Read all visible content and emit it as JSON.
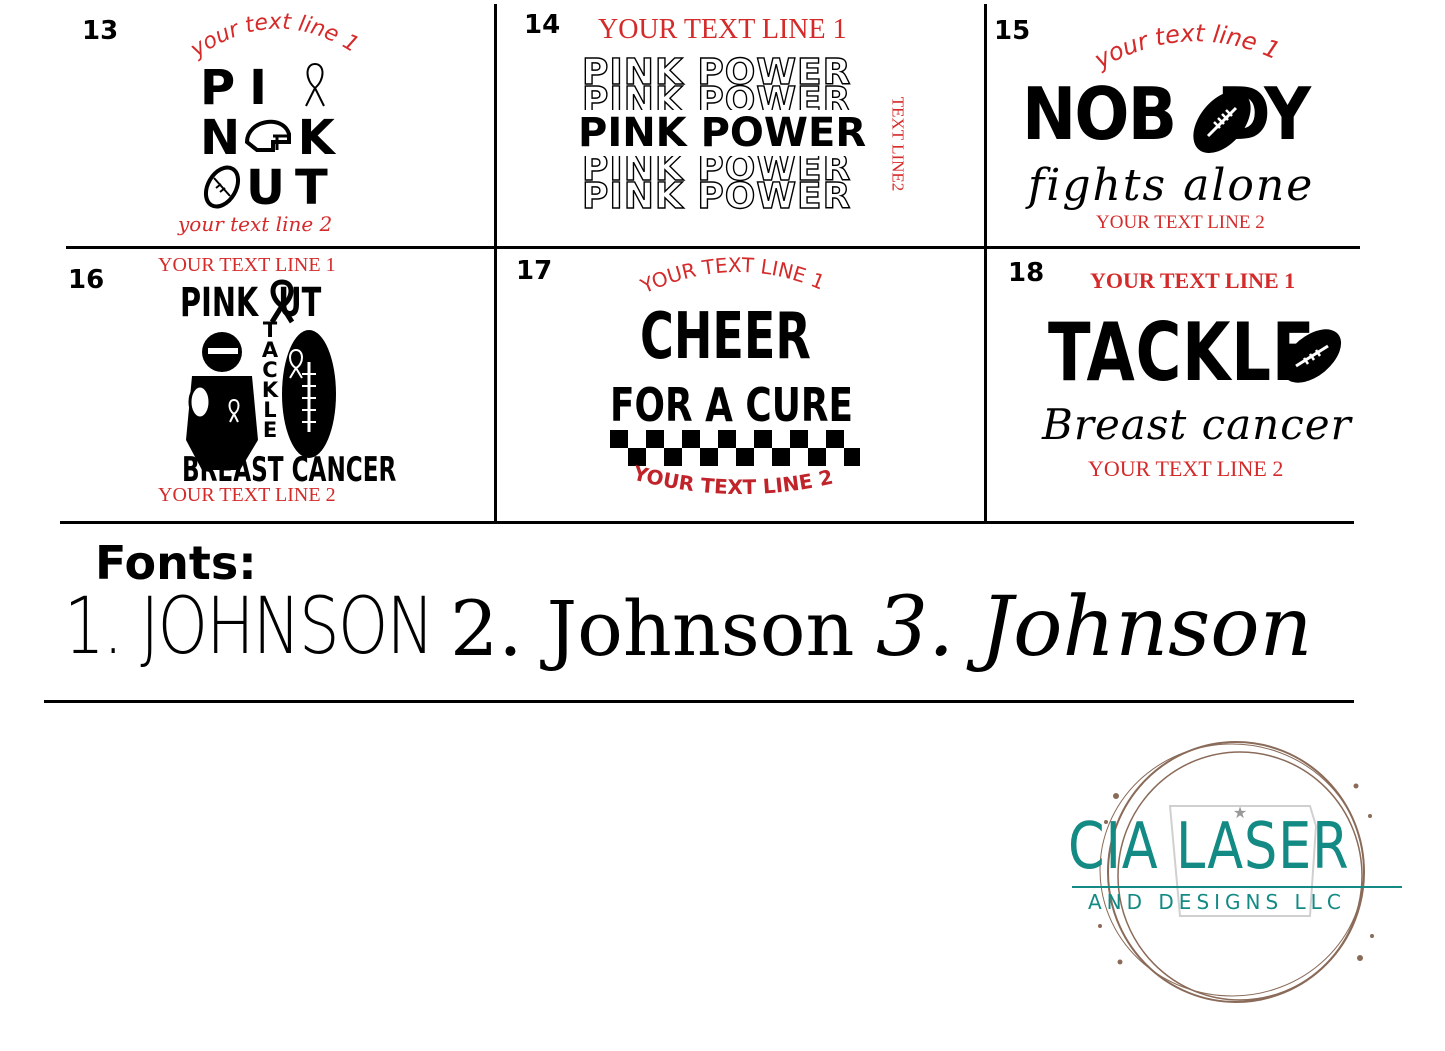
{
  "designs": [
    {
      "number": "13",
      "top_text": "your text line 1",
      "art_rows": [
        "PI",
        "N  K",
        "UT"
      ],
      "bottom_text": "your text line 2"
    },
    {
      "number": "14",
      "top_text": "YOUR TEXT LINE 1",
      "art_word_left": "PINK",
      "art_word_right": "POWER",
      "side_text": "TEXT LINE2"
    },
    {
      "number": "15",
      "top_text": "your text line 1",
      "art_word": "NOB  DY",
      "script_text": "fights alone",
      "bottom_text": "YOUR TEXT LINE 2"
    },
    {
      "number": "16",
      "top_text": "YOUR TEXT LINE 1",
      "art_top": "PINK  UT",
      "art_vertical": "TACKLE",
      "art_bottom": "BREAST CANCER",
      "bottom_text": "YOUR TEXT LINE 2"
    },
    {
      "number": "17",
      "top_text": "YOUR TEXT LINE 1",
      "art_line1": "CHEER",
      "art_line2": "FOR A CURE",
      "bottom_text": "YOUR TEXT LINE 2"
    },
    {
      "number": "18",
      "top_text": "YOUR TEXT LINE 1",
      "art_word": "TACKLE",
      "script_text": "Breast cancer",
      "bottom_text": "YOUR TEXT LINE 2"
    }
  ],
  "fonts": {
    "heading": "Fonts:",
    "samples": [
      "1. JOHNSON",
      "2. Johnson",
      "3. Johnson"
    ]
  },
  "logo": {
    "line1": "CIA LASER",
    "line2": "AND DESIGNS LLC",
    "teal": "#148a84",
    "ring": "#8a6a58"
  },
  "colors": {
    "accent_red": "#d42a2a",
    "ink": "#000000"
  }
}
